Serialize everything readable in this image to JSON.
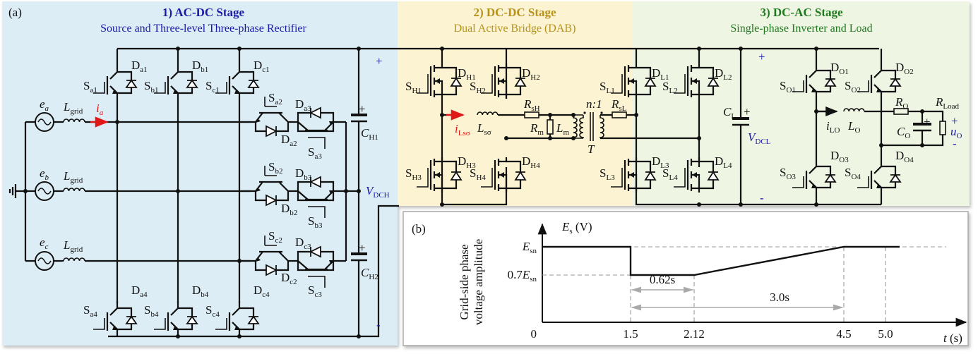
{
  "figure": {
    "panel_a_label": "(a)",
    "panel_b_label": "(b)"
  },
  "stages": [
    {
      "title": "1) AC-DC Stage",
      "subtitle": "Source and Three-level Three-phase Rectifier",
      "title_color": "#1a1aa8",
      "bg": "#dcedf5"
    },
    {
      "title": "2) DC-DC Stage",
      "subtitle": "Dual Active Bridge (DAB)",
      "title_color": "#b8921a",
      "bg": "#fbf3d2"
    },
    {
      "title": "3) DC-AC Stage",
      "subtitle": "Single-phase Inverter and Load",
      "title_color": "#1f7a1f",
      "bg": "#eef5e2"
    }
  ],
  "ac_dc": {
    "sources": [
      {
        "name": "e",
        "sub": "a",
        "inductor": "L",
        "inductor_sub": "grid"
      },
      {
        "name": "e",
        "sub": "b",
        "inductor": "L",
        "inductor_sub": "grid"
      },
      {
        "name": "e",
        "sub": "c",
        "inductor": "L",
        "inductor_sub": "grid"
      }
    ],
    "current_label": {
      "name": "i",
      "sub": "a"
    },
    "upper_switches": [
      {
        "s": "S",
        "s_sub": "a1",
        "d": "D",
        "d_sub": "a1"
      },
      {
        "s": "S",
        "s_sub": "b1",
        "d": "D",
        "d_sub": "b1"
      },
      {
        "s": "S",
        "s_sub": "c1",
        "d": "D",
        "d_sub": "c1"
      }
    ],
    "lower_switches": [
      {
        "s": "S",
        "s_sub": "a4",
        "d": "D",
        "d_sub": "a4"
      },
      {
        "s": "S",
        "s_sub": "b4",
        "d": "D",
        "d_sub": "b4"
      },
      {
        "s": "S",
        "s_sub": "c4",
        "d": "D",
        "d_sub": "c4"
      }
    ],
    "bidirectional": [
      {
        "s2": "S",
        "s2_sub": "a2",
        "d2": "D",
        "d2_sub": "a2",
        "s3": "S",
        "s3_sub": "a3",
        "d3": "D",
        "d3_sub": "a3"
      },
      {
        "s2": "S",
        "s2_sub": "b2",
        "d2": "D",
        "d2_sub": "b2",
        "s3": "S",
        "s3_sub": "b3",
        "d3": "D",
        "d3_sub": "b3"
      },
      {
        "s2": "S",
        "s2_sub": "c2",
        "d2": "D",
        "d2_sub": "c2",
        "s3": "S",
        "s3_sub": "c3",
        "d3": "D",
        "d3_sub": "c3"
      }
    ],
    "caps": [
      {
        "name": "C",
        "sub": "H1"
      },
      {
        "name": "C",
        "sub": "H2"
      }
    ],
    "vdc": {
      "name": "V",
      "sub": "DCH"
    },
    "plus": "+",
    "minus": "-"
  },
  "dc_dc": {
    "high_switches": [
      {
        "s": "S",
        "s_sub": "H1",
        "d": "D",
        "d_sub": "H1"
      },
      {
        "s": "S",
        "s_sub": "H2",
        "d": "D",
        "d_sub": "H2"
      },
      {
        "s": "S",
        "s_sub": "H3",
        "d": "D",
        "d_sub": "H3"
      },
      {
        "s": "S",
        "s_sub": "H4",
        "d": "D",
        "d_sub": "H4"
      }
    ],
    "low_switches": [
      {
        "s": "S",
        "s_sub": "L1",
        "d": "D",
        "d_sub": "L1"
      },
      {
        "s": "S",
        "s_sub": "L2",
        "d": "D",
        "d_sub": "L2"
      },
      {
        "s": "S",
        "s_sub": "L3",
        "d": "D",
        "d_sub": "L3"
      },
      {
        "s": "S",
        "s_sub": "L4",
        "d": "D",
        "d_sub": "L4"
      }
    ],
    "current_label": {
      "name": "i",
      "sub": "Lsσ"
    },
    "l_series": {
      "name": "L",
      "sub": "sσ"
    },
    "r_sh": {
      "name": "R",
      "sub": "sH"
    },
    "r_m": {
      "name": "R",
      "sub": "m"
    },
    "l_m": {
      "name": "L",
      "sub": "m"
    },
    "ratio": "n:1",
    "transformer": "T",
    "r_sl": {
      "name": "R",
      "sub": "sL"
    },
    "cap": {
      "name": "C",
      "sub": "L"
    },
    "vdc": {
      "name": "V",
      "sub": "DCL"
    },
    "plus": "+",
    "minus": "-"
  },
  "dc_ac": {
    "switches": [
      {
        "s": "S",
        "s_sub": "O1",
        "d": "D",
        "d_sub": "O1"
      },
      {
        "s": "S",
        "s_sub": "O2",
        "d": "D",
        "d_sub": "O2"
      },
      {
        "s": "S",
        "s_sub": "O3",
        "d": "D",
        "d_sub": "O3"
      },
      {
        "s": "S",
        "s_sub": "O4",
        "d": "D",
        "d_sub": "O4"
      }
    ],
    "current_label": {
      "name": "i",
      "sub": "LO"
    },
    "inductor": {
      "name": "L",
      "sub": "O"
    },
    "resistor": {
      "name": "R",
      "sub": "O"
    },
    "cap": {
      "name": "C",
      "sub": "O"
    },
    "load": {
      "name": "R",
      "sub": "Load"
    },
    "vout": {
      "name": "u",
      "sub": "O"
    },
    "plus": "+",
    "minus": "-"
  },
  "chart_data": {
    "type": "line",
    "title": "",
    "ylabel": "Grid-side phase voltage amplitude",
    "y_axis_symbol": "E",
    "y_axis_symbol_sub": "s",
    "y_axis_unit": "(V)",
    "xlabel_symbol": "t",
    "xlabel_unit": "(s)",
    "origin_label": "0",
    "x_ticks": [
      "1.5",
      "2.12",
      "4.5",
      "5.0"
    ],
    "x_tick_values": [
      1.5,
      2.12,
      4.5,
      5.0
    ],
    "y_ticks": [
      {
        "label_prefix": "",
        "label_sym": "E",
        "label_sub": "sn",
        "value": 1.0
      },
      {
        "label_prefix": "0.7",
        "label_sym": "E",
        "label_sub": "sn",
        "value": 0.7
      }
    ],
    "series": [
      {
        "name": "E_s",
        "x": [
          0,
          1.5,
          1.5,
          2.12,
          4.5,
          5.2
        ],
        "y": [
          1.0,
          1.0,
          0.7,
          0.7,
          1.0,
          1.0
        ]
      }
    ],
    "annotations": [
      {
        "text": "0.62s",
        "from": 1.5,
        "to": 2.12
      },
      {
        "text": "3.0s",
        "from": 1.5,
        "to": 4.5
      }
    ],
    "xlim": [
      0,
      5.5
    ],
    "ylim": [
      0,
      1.15
    ],
    "grid": false,
    "legend": "none"
  }
}
